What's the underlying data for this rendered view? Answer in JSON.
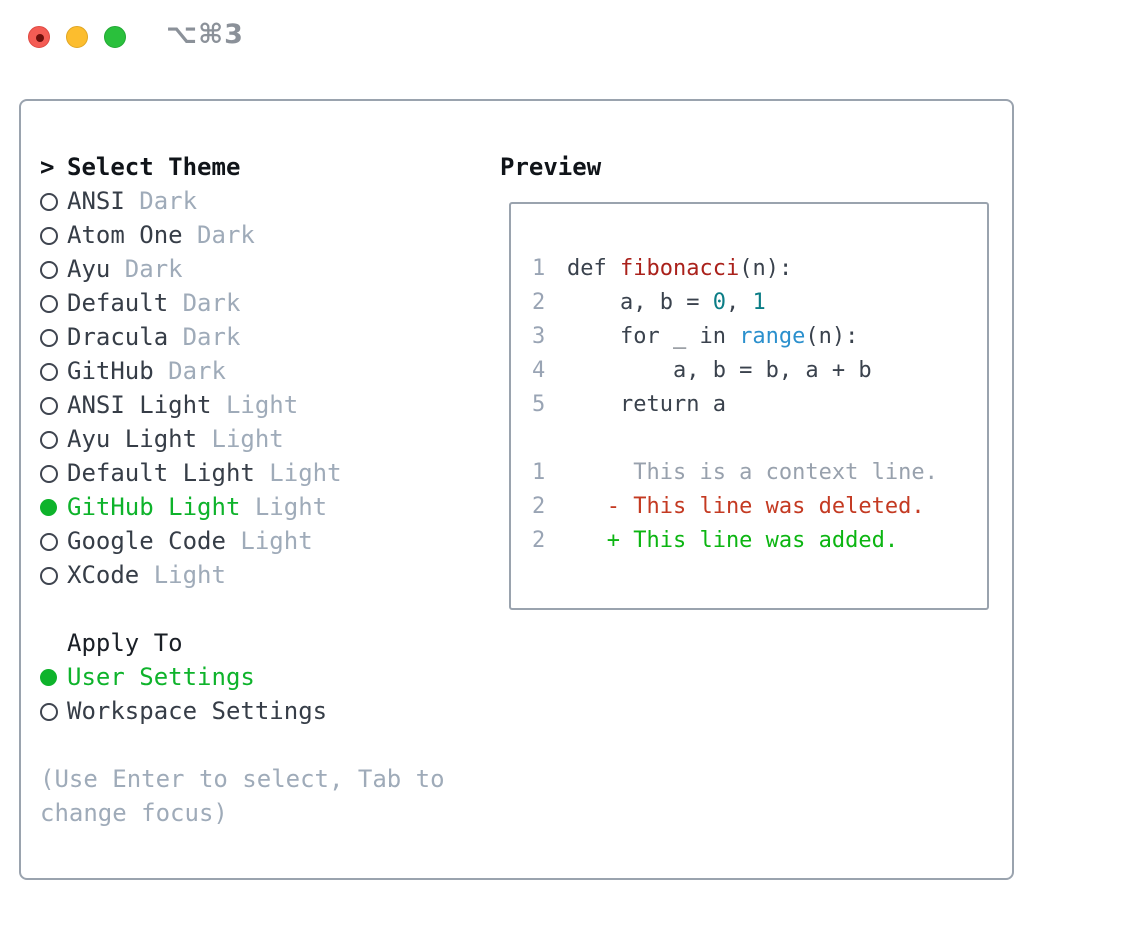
{
  "window": {
    "shortcut_label": "⌥⌘3",
    "traffic_lights": [
      "close",
      "minimize",
      "zoom"
    ]
  },
  "theme_picker": {
    "prompt_char": ">",
    "title": "Select Theme",
    "items": [
      {
        "name": "ANSI",
        "variant": "Dark",
        "selected": false
      },
      {
        "name": "Atom One",
        "variant": "Dark",
        "selected": false
      },
      {
        "name": "Ayu",
        "variant": "Dark",
        "selected": false
      },
      {
        "name": "Default",
        "variant": "Dark",
        "selected": false
      },
      {
        "name": "Dracula",
        "variant": "Dark",
        "selected": false
      },
      {
        "name": "GitHub",
        "variant": "Dark",
        "selected": false
      },
      {
        "name": "ANSI Light",
        "variant": "Light",
        "selected": false
      },
      {
        "name": "Ayu Light",
        "variant": "Light",
        "selected": false
      },
      {
        "name": "Default Light",
        "variant": "Light",
        "selected": false
      },
      {
        "name": "GitHub Light",
        "variant": "Light",
        "selected": true
      },
      {
        "name": "Google Code",
        "variant": "Light",
        "selected": false
      },
      {
        "name": "XCode",
        "variant": "Light",
        "selected": false
      }
    ]
  },
  "apply_to": {
    "title": "Apply To",
    "options": [
      {
        "label": "User Settings",
        "selected": true
      },
      {
        "label": "Workspace Settings",
        "selected": false
      }
    ]
  },
  "hint": {
    "line1": "(Use Enter to select, Tab to",
    "line2": "change focus)"
  },
  "preview": {
    "title": "Preview",
    "code_lines": [
      {
        "num": "1",
        "segments": [
          {
            "t": "def ",
            "c": "code"
          },
          {
            "t": "fibonacci",
            "c": "func"
          },
          {
            "t": "(n):",
            "c": "code"
          }
        ]
      },
      {
        "num": "2",
        "segments": [
          {
            "t": "    a, b = ",
            "c": "code"
          },
          {
            "t": "0",
            "c": "num"
          },
          {
            "t": ", ",
            "c": "code"
          },
          {
            "t": "1",
            "c": "num"
          }
        ]
      },
      {
        "num": "3",
        "segments": [
          {
            "t": "    for _ in ",
            "c": "code"
          },
          {
            "t": "range",
            "c": "builtin"
          },
          {
            "t": "(n):",
            "c": "code"
          }
        ]
      },
      {
        "num": "4",
        "segments": [
          {
            "t": "        a, b = b, a + b",
            "c": "code"
          }
        ]
      },
      {
        "num": "5",
        "segments": [
          {
            "t": "    return a",
            "c": "code"
          }
        ]
      },
      {
        "num": "",
        "segments": []
      },
      {
        "num": "1",
        "segments": [
          {
            "t": "     This is a context line.",
            "c": "context"
          }
        ]
      },
      {
        "num": "2",
        "segments": [
          {
            "t": "   - This line was deleted.",
            "c": "deleted"
          }
        ]
      },
      {
        "num": "2",
        "segments": [
          {
            "t": "   + This line was added.",
            "c": "added"
          }
        ]
      }
    ]
  },
  "colors": {
    "accent_green": "#0eb32b",
    "muted_gray": "#9fabb9",
    "border_gray": "#9aa3ae",
    "function_red": "#aa211b",
    "deleted_red": "#c43a22",
    "added_green": "#0cb512",
    "number_teal": "#0b7d86",
    "builtin_blue": "#2b90cd"
  }
}
